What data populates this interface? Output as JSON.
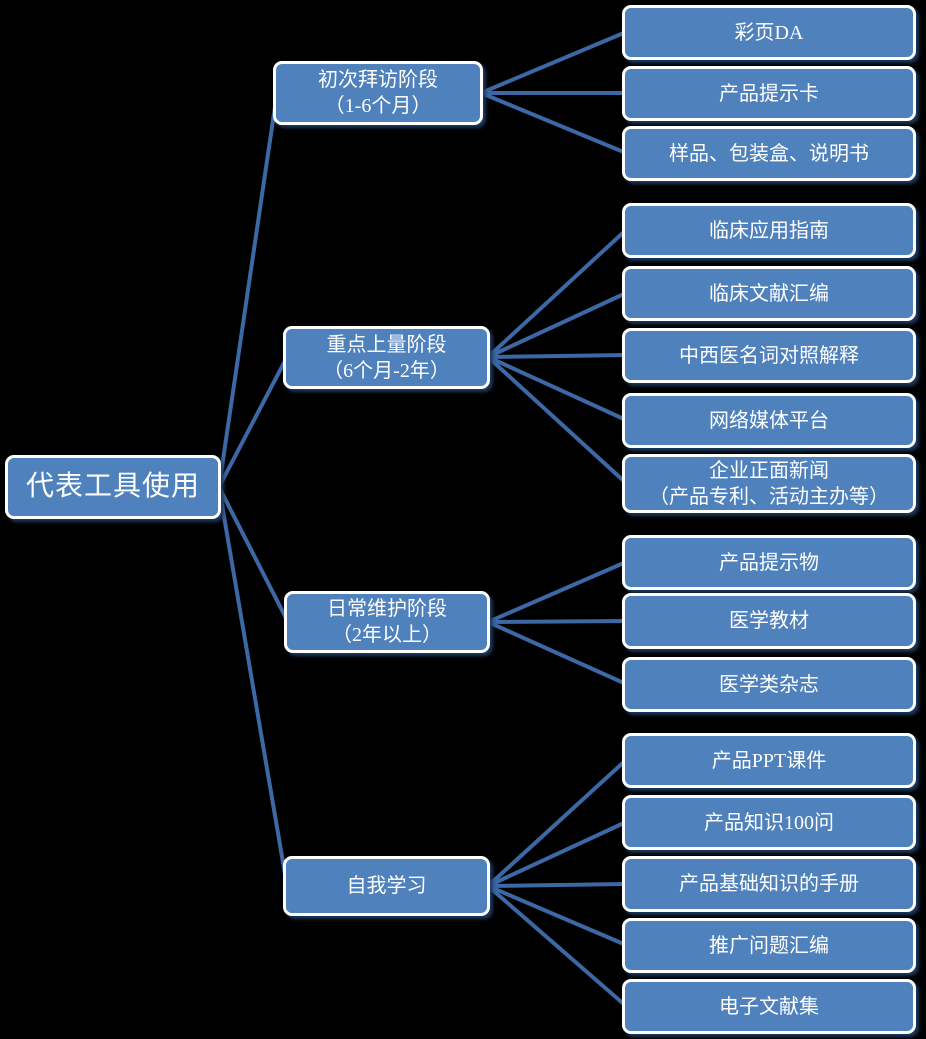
{
  "diagram": {
    "type": "mindmap-tree",
    "colors": {
      "node_fill": "#4F81BD",
      "node_border": "#FFFFFF",
      "connector": "#3C68A6",
      "shadow": "#1E3A5F",
      "background": "#000000",
      "text": "#FFFFFF"
    },
    "root": {
      "label": "代表工具使用"
    },
    "branches": [
      {
        "label": "初次拜访阶段",
        "sublabel": "（1-6个月）",
        "leaves": [
          "彩页DA",
          "产品提示卡",
          "样品、包装盒、说明书"
        ]
      },
      {
        "label": "重点上量阶段",
        "sublabel": "（6个月-2年）",
        "leaves": [
          "临床应用指南",
          "临床文献汇编",
          "中西医名词对照解释",
          "网络媒体平台",
          "企业正面新闻\n（产品专利、活动主办等）"
        ]
      },
      {
        "label": "日常维护阶段",
        "sublabel": "（2年以上）",
        "leaves": [
          "产品提示物",
          "医学教材",
          "医学类杂志"
        ]
      },
      {
        "label": "自我学习",
        "sublabel": "",
        "leaves": [
          "产品PPT课件",
          "产品知识100问",
          "产品基础知识的手册",
          "推广问题汇编",
          "电子文献集"
        ]
      }
    ]
  }
}
